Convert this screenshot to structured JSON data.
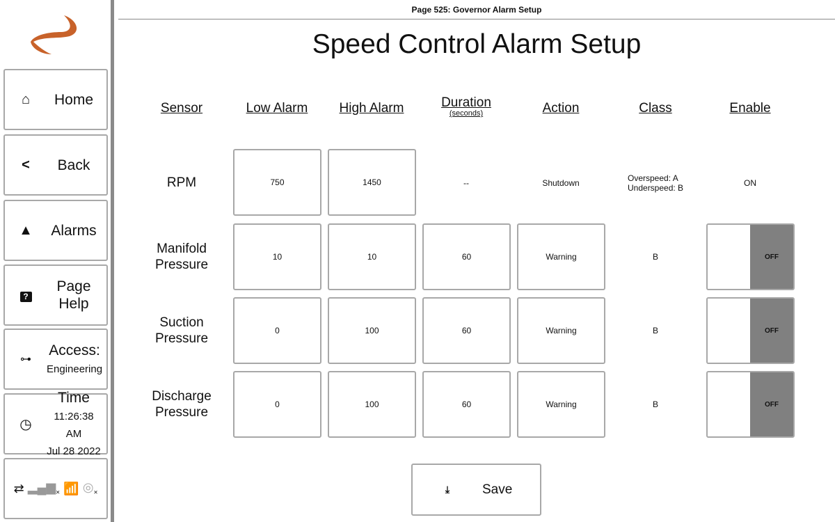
{
  "header": {
    "page": "Page 525: Governor Alarm Setup",
    "title": "Speed Control Alarm Setup"
  },
  "brand_color": "#c8622a",
  "sidebar": {
    "items": [
      {
        "label": "Home",
        "icon": "home-icon"
      },
      {
        "label": "Back",
        "icon": "chevron-left-icon"
      },
      {
        "label": "Alarms",
        "icon": "warning-icon"
      },
      {
        "label": "Page Help",
        "icon": "help-icon"
      },
      {
        "label": "Access:",
        "sub": "Engineering",
        "icon": "key-icon"
      },
      {
        "label": "Time",
        "sub": "11:26:38 AM",
        "sub2": "Jul 28 2022",
        "icon": "clock-icon"
      }
    ],
    "status_icons": [
      "transfer-icon",
      "cellular-off-icon",
      "wifi-icon",
      "gps-off-icon"
    ]
  },
  "columns": {
    "sensor": "Sensor",
    "low": "Low Alarm",
    "high": "High Alarm",
    "duration": "Duration",
    "duration_unit": "(seconds)",
    "action": "Action",
    "class": "Class",
    "enable": "Enable"
  },
  "rows": [
    {
      "sensor1": "RPM",
      "sensor2": "",
      "low": "750",
      "high": "1450",
      "duration": "--",
      "action": "Shutdown",
      "class1": "Overspeed: A",
      "class2": "Underspeed: B",
      "enable": "ON"
    },
    {
      "sensor1": "Manifold",
      "sensor2": "Pressure",
      "low": "10",
      "high": "10",
      "duration": "60",
      "action": "Warning",
      "class1": "B",
      "enable": "OFF"
    },
    {
      "sensor1": "Suction",
      "sensor2": "Pressure",
      "low": "0",
      "high": "100",
      "duration": "60",
      "action": "Warning",
      "class1": "B",
      "enable": "OFF"
    },
    {
      "sensor1": "Discharge",
      "sensor2": "Pressure",
      "low": "0",
      "high": "100",
      "duration": "60",
      "action": "Warning",
      "class1": "B",
      "enable": "OFF"
    }
  ],
  "save": {
    "label": "Save",
    "icon": "download-icon"
  }
}
